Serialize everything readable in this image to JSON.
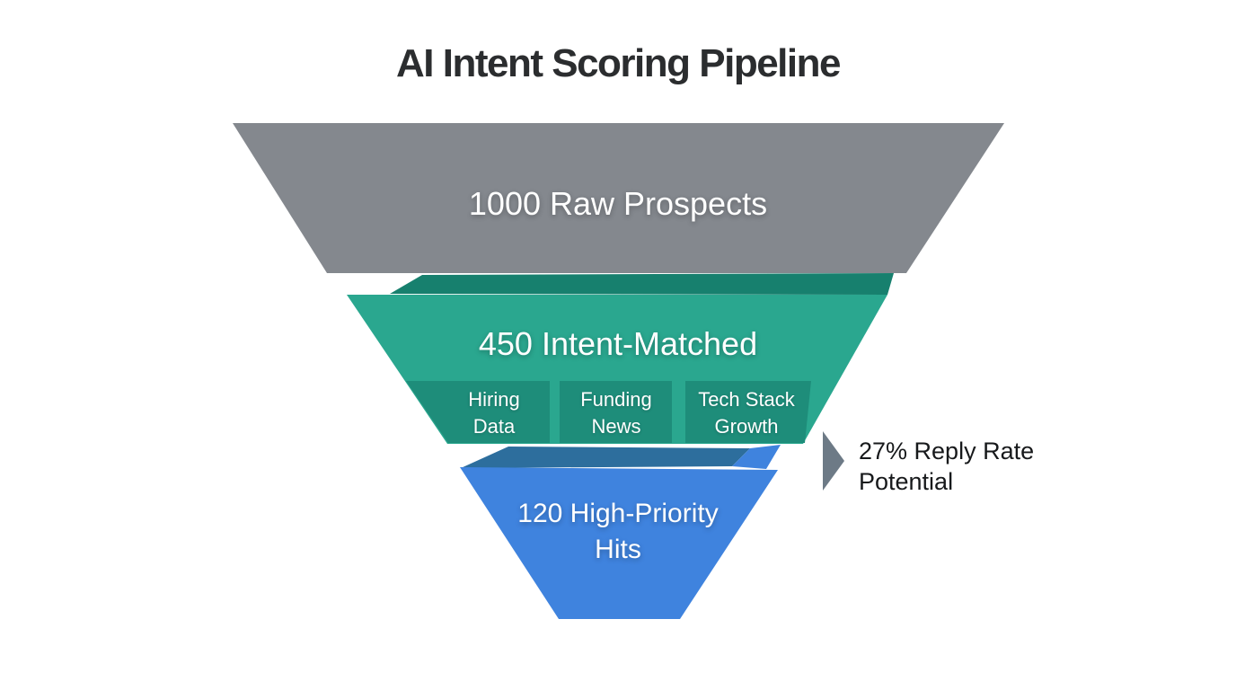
{
  "title": "AI Intent Scoring Pipeline",
  "colors": {
    "background": "#ffffff",
    "title_text": "#2b2d2f",
    "stage_text": "#ffffff",
    "annotation_text": "#17191b",
    "stage1_fill": "#84888e",
    "stage2_fill": "#2aa78f",
    "stage2_lip": "#17806e",
    "stage2_tag": "#1e8d7a",
    "stage3_fill": "#3f83de",
    "stage3_lip": "#2d6e9d",
    "arrow": "#6d7a86"
  },
  "funnel": {
    "stage1_label": "1000 Raw Prospects",
    "stage2_label": "450 Intent-Matched",
    "stage3_label": "120 High-Priority Hits"
  },
  "signals": [
    "Hiring Data",
    "Funding News",
    "Tech Stack Growth"
  ],
  "annotation": "27% Reply Rate Potential",
  "chart_data": {
    "type": "funnel",
    "title": "AI Intent Scoring Pipeline",
    "stages": [
      {
        "label": "1000 Raw Prospects",
        "name": "Raw Prospects",
        "value": 1000,
        "color": "#84888e"
      },
      {
        "label": "450 Intent-Matched",
        "name": "Intent-Matched",
        "value": 450,
        "color": "#2aa78f",
        "signals": [
          "Hiring Data",
          "Funding News",
          "Tech Stack Growth"
        ]
      },
      {
        "label": "120 High-Priority Hits",
        "name": "High-Priority Hits",
        "value": 120,
        "color": "#3f83de"
      }
    ],
    "annotation": "27% Reply Rate Potential",
    "legend": false
  }
}
